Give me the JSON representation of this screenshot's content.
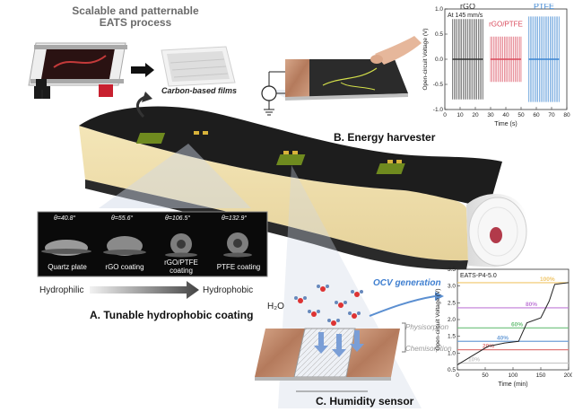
{
  "process": {
    "title_line1": "Scalable and patternable",
    "title_line2": "EATS process",
    "film_label": "Carbon-based films"
  },
  "energy_harvester": {
    "title": "B. Energy harvester",
    "chart_data": {
      "type": "line",
      "title": "At 145 mm/s",
      "xlabel": "Time (s)",
      "ylabel": "Open-circuit Voltage (V)",
      "xlim": [
        0,
        80
      ],
      "ylim": [
        -1.0,
        1.0
      ],
      "x_ticks": [
        "0",
        "10",
        "20",
        "30",
        "40",
        "50",
        "60",
        "70",
        "80"
      ],
      "y_ticks": [
        "-1.0",
        "-0.5",
        "0.0",
        "0.5",
        "1.0"
      ],
      "series": [
        {
          "name": "rGO",
          "x_range": [
            5,
            25
          ],
          "amplitude": 0.8,
          "color": "#333333"
        },
        {
          "name": "rGO/PTFE",
          "x_range": [
            30,
            50
          ],
          "amplitude": 0.45,
          "color": "#d94b5c"
        },
        {
          "name": "PTFE",
          "x_range": [
            55,
            75
          ],
          "amplitude": 0.85,
          "color": "#3a84d1"
        }
      ]
    }
  },
  "coating": {
    "title": "A. Tunable hydrophobic coating",
    "samples": [
      {
        "angle": "θ=40.8°",
        "label": "Quartz plate"
      },
      {
        "angle": "θ=55.6°",
        "label": "rGO coating"
      },
      {
        "angle": "θ=106.5°",
        "label": "rGO/PTFE coating"
      },
      {
        "angle": "θ=132.9°",
        "label": "PTFE coating"
      }
    ],
    "hydrophilic": "Hydrophilic",
    "hydrophobic": "Hydrophobic"
  },
  "humidity": {
    "title": "C. Humidity sensor",
    "h2o": "H₂O",
    "ocv": "OCV generation",
    "physisorption": "Physisorption",
    "chemisorption": "Chemisorption",
    "chart_data": {
      "type": "line",
      "title": "EATS-P4-5.0",
      "xlabel": "Time (min)",
      "ylabel": "Open-circuit Voltage (V)",
      "xlim": [
        0,
        200
      ],
      "ylim": [
        0.5,
        3.5
      ],
      "x_ticks": [
        "0",
        "50",
        "100",
        "150",
        "200"
      ],
      "y_ticks": [
        "0.5",
        "1.0",
        "1.5",
        "2.0",
        "2.5",
        "3.0",
        "3.5"
      ],
      "x": [
        0,
        30,
        55,
        85,
        110,
        125,
        150,
        165,
        175,
        200
      ],
      "y": [
        0.65,
        0.95,
        1.2,
        1.3,
        1.35,
        1.9,
        2.05,
        2.55,
        3.05,
        3.1
      ],
      "color": "#222222",
      "levels": [
        {
          "label": "10%",
          "y": 0.7,
          "color": "#c9c9c9"
        },
        {
          "label": "20%",
          "y": 1.1,
          "color": "#e07b7b"
        },
        {
          "label": "40%",
          "y": 1.35,
          "color": "#6fa0d8"
        },
        {
          "label": "60%",
          "y": 1.75,
          "color": "#6cc07a"
        },
        {
          "label": "80%",
          "y": 2.35,
          "color": "#c07bd8"
        },
        {
          "label": "100%",
          "y": 3.1,
          "color": "#f0c66a"
        }
      ]
    }
  }
}
